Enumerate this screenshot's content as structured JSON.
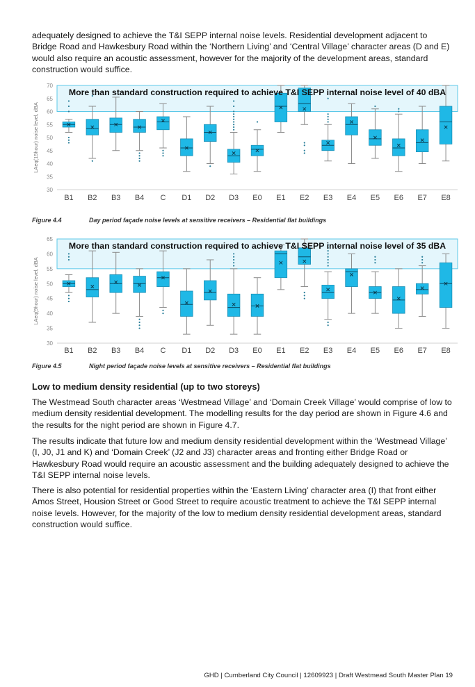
{
  "paragraphs": {
    "intro": "adequately designed to achieve the T&I SEPP internal noise levels. Residential development adjacent to Bridge Road and Hawkesbury Road within the ‘Northern Living’ and ‘Central Village’ character areas (D and E) would also require an acoustic assessment, however for the majority of the development areas, standard construction would suffice.",
    "heading": "Low to medium density residential (up to two storeys)",
    "p1": "The Westmead South character areas ‘Westmead Village’ and ‘Domain Creek Village’ would comprise of low to medium density residential development. The modelling results for the day period are shown in Figure 4.6 and the results for the night period are shown in Figure 4.7.",
    "p2": "The results indicate that future low and medium density residential development within the ‘Westmead Village’ (I, J0, J1 and K) and ‘Domain Creek’ (J2 and J3) character areas and fronting either Bridge Road or Hawkesbury Road would require an acoustic assessment and the building adequately designed to achieve the T&I SEPP internal noise levels.",
    "p3": "There is also potential for residential properties within the ‘Eastern Living’ character area (I) that front either Amos Street, Housion Street or Good Street to require acoustic treatment to achieve the T&I SEPP internal noise levels. However, for the majority of the low to medium density residential development areas, standard construction would suffice."
  },
  "figure_4_4": {
    "number": "Figure 4.4",
    "title": "Day period façade noise levels at sensitive receivers – Residential flat buildings"
  },
  "figure_4_5": {
    "number": "Figure 4.5",
    "title": "Night period façade noise levels at sensitive receivers – Residential flat buildings"
  },
  "footer": "GHD | Cumberland City Council | 12609923 | Draft Westmead South Master Plan      19",
  "colors": {
    "box_fill": "#1fb8e6",
    "box_stroke": "#1c8fb5",
    "highlight_fill": "#dff4fb",
    "highlight_stroke": "#5cc8e8",
    "outlier": "#2a7f9a"
  },
  "chart_data": [
    {
      "type": "box",
      "ylabel": "LAeq(15hour) noise level, dBA",
      "ylim": [
        30,
        70
      ],
      "yticks": [
        30,
        35,
        40,
        45,
        50,
        55,
        60,
        65,
        70
      ],
      "grid": false,
      "threshold": {
        "y0": 60,
        "y1": 70,
        "label": "More than standard construction required to achieve T&I SEPP internal noise level of 40 dBA"
      },
      "categories": [
        "B1",
        "B2",
        "B3",
        "B4",
        "C",
        "D1",
        "D2",
        "D3",
        "E0",
        "E1",
        "E2",
        "E3",
        "E4",
        "E5",
        "E6",
        "E7",
        "E8"
      ],
      "boxes": [
        {
          "low": 52,
          "q1": 54,
          "median": 55,
          "q3": 56,
          "high": 57,
          "mean": 55,
          "outliers": [
            48,
            49,
            50,
            60,
            62,
            64
          ]
        },
        {
          "low": 42,
          "q1": 51,
          "median": 53.5,
          "q3": 57,
          "high": 62,
          "mean": 54,
          "outliers": [
            41,
            66
          ]
        },
        {
          "low": 45,
          "q1": 52,
          "median": 55,
          "q3": 57.5,
          "high": 65.5,
          "mean": 55,
          "outliers": []
        },
        {
          "low": 45,
          "q1": 52,
          "median": 54,
          "q3": 57,
          "high": 60,
          "mean": 54,
          "outliers": [
            41,
            42,
            43,
            44
          ]
        },
        {
          "low": 46,
          "q1": 53,
          "median": 56,
          "q3": 58,
          "high": 63,
          "mean": 56.5,
          "outliers": [
            43,
            44,
            45
          ]
        },
        {
          "low": 37,
          "q1": 43,
          "median": 46,
          "q3": 49.5,
          "high": 58,
          "mean": 46,
          "outliers": []
        },
        {
          "low": 40,
          "q1": 48.5,
          "median": 52,
          "q3": 55,
          "high": 62,
          "mean": 52,
          "outliers": [
            39
          ]
        },
        {
          "low": 36,
          "q1": 40.5,
          "median": 43,
          "q3": 45.5,
          "high": 52,
          "mean": 44,
          "outliers": [
            53,
            54,
            55,
            56,
            57,
            58,
            59,
            60,
            62,
            64
          ]
        },
        {
          "low": 37,
          "q1": 43,
          "median": 45.5,
          "q3": 47,
          "high": 53,
          "mean": 45,
          "outliers": [
            56
          ]
        },
        {
          "low": 52,
          "q1": 56,
          "median": 62,
          "q3": 67,
          "high": 70,
          "mean": 61.5,
          "outliers": []
        },
        {
          "low": 55,
          "q1": 60,
          "median": 63,
          "q3": 69,
          "high": 70,
          "mean": 61,
          "outliers": [
            44,
            45,
            47,
            48
          ]
        },
        {
          "low": 41,
          "q1": 45,
          "median": 47,
          "q3": 49,
          "high": 55,
          "mean": 48,
          "outliers": [
            56,
            57,
            58,
            59,
            65
          ]
        },
        {
          "low": 40,
          "q1": 51,
          "median": 55,
          "q3": 58,
          "high": 63,
          "mean": 56,
          "outliers": []
        },
        {
          "low": 42,
          "q1": 47,
          "median": 49.5,
          "q3": 53,
          "high": 61,
          "mean": 50,
          "outliers": [
            62
          ]
        },
        {
          "low": 37,
          "q1": 43,
          "median": 46,
          "q3": 49.5,
          "high": 59,
          "mean": 47,
          "outliers": [
            60,
            61
          ]
        },
        {
          "low": 40,
          "q1": 44.5,
          "median": 48,
          "q3": 53,
          "high": 62,
          "mean": 49,
          "outliers": []
        },
        {
          "low": 41,
          "q1": 47.5,
          "median": 56,
          "q3": 62,
          "high": 70,
          "mean": 54,
          "outliers": []
        }
      ]
    },
    {
      "type": "box",
      "ylabel": "LAeq(9hour) noise level, dBA",
      "ylim": [
        30,
        65
      ],
      "yticks": [
        30,
        35,
        40,
        45,
        50,
        55,
        60,
        65
      ],
      "grid": false,
      "threshold": {
        "y0": 55,
        "y1": 65,
        "label": "More than standard construction required to achieve T&I SEPP internal noise level of 35 dBA"
      },
      "categories": [
        "B1",
        "B2",
        "B3",
        "B4",
        "C",
        "D1",
        "D2",
        "D3",
        "E0",
        "E1",
        "E2",
        "E3",
        "E4",
        "E5",
        "E6",
        "E7",
        "E8"
      ],
      "boxes": [
        {
          "low": 47,
          "q1": 49,
          "median": 50,
          "q3": 51,
          "high": 53,
          "mean": 50,
          "outliers": [
            44,
            45,
            46,
            58,
            59,
            60
          ]
        },
        {
          "low": 37,
          "q1": 45.5,
          "median": 48,
          "q3": 52,
          "high": 61,
          "mean": 49,
          "outliers": []
        },
        {
          "low": 40,
          "q1": 47,
          "median": 50,
          "q3": 53,
          "high": 60.5,
          "mean": 50.5,
          "outliers": []
        },
        {
          "low": 39,
          "q1": 47,
          "median": 50,
          "q3": 52.5,
          "high": 55,
          "mean": 49.5,
          "outliers": [
            35,
            36,
            37,
            38
          ]
        },
        {
          "low": 42,
          "q1": 49,
          "median": 52,
          "q3": 54,
          "high": 61,
          "mean": 52,
          "outliers": [
            40,
            41
          ]
        },
        {
          "low": 33,
          "q1": 39,
          "median": 43,
          "q3": 47.5,
          "high": 55,
          "mean": 43.5,
          "outliers": []
        },
        {
          "low": 36,
          "q1": 44.5,
          "median": 47,
          "q3": 51,
          "high": 58,
          "mean": 47.5,
          "outliers": []
        },
        {
          "low": 33,
          "q1": 39,
          "median": 42,
          "q3": 46.5,
          "high": 55,
          "mean": 43,
          "outliers": [
            56,
            57,
            58,
            59,
            60
          ]
        },
        {
          "low": 33,
          "q1": 39,
          "median": 42.5,
          "q3": 46.5,
          "high": 52,
          "mean": 42.5,
          "outliers": []
        },
        {
          "low": 48,
          "q1": 52,
          "median": 60,
          "q3": 61,
          "high": 63,
          "mean": 57,
          "outliers": []
        },
        {
          "low": 49,
          "q1": 56.5,
          "median": 59,
          "q3": 62,
          "high": 65,
          "mean": 57.5,
          "outliers": [
            45,
            46,
            47
          ]
        },
        {
          "low": 38,
          "q1": 45,
          "median": 47,
          "q3": 49.5,
          "high": 54,
          "mean": 48,
          "outliers": [
            36,
            37,
            56,
            57,
            58,
            59,
            60,
            61,
            62,
            63
          ]
        },
        {
          "low": 40,
          "q1": 49,
          "median": 54,
          "q3": 55,
          "high": 60,
          "mean": 53,
          "outliers": []
        },
        {
          "low": 40,
          "q1": 45,
          "median": 47,
          "q3": 49,
          "high": 54,
          "mean": 47,
          "outliers": [
            57,
            58,
            59
          ]
        },
        {
          "low": 35,
          "q1": 40,
          "median": 44.5,
          "q3": 49,
          "high": 55,
          "mean": 45,
          "outliers": []
        },
        {
          "low": 39,
          "q1": 46.5,
          "median": 48,
          "q3": 50,
          "high": 56,
          "mean": 48.5,
          "outliers": [
            57,
            58,
            59
          ]
        },
        {
          "low": 35,
          "q1": 42,
          "median": 50,
          "q3": 57,
          "high": 60,
          "mean": 50,
          "outliers": []
        }
      ]
    }
  ]
}
